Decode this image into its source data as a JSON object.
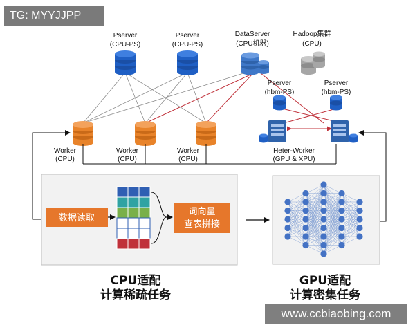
{
  "watermark_top": "TG: MYYJJPP",
  "watermark_bottom": "www.ccbiaobing.com",
  "nodes": {
    "pserver1": {
      "title": "Pserver",
      "sub": "(CPU-PS)"
    },
    "pserver2": {
      "title": "Pserver",
      "sub": "(CPU-PS)"
    },
    "dataserver": {
      "title": "DataServer",
      "sub": "(CPU机器)"
    },
    "hadoop": {
      "title": "Hadoop集群",
      "sub": "(CPU)"
    },
    "hbm1": {
      "title": "Pserver",
      "sub": "(hbm-PS)"
    },
    "hbm2": {
      "title": "Pserver",
      "sub": "(hbm-PS)"
    },
    "worker1": {
      "title": "Worker",
      "sub": "(CPU)"
    },
    "worker2": {
      "title": "Worker",
      "sub": "(CPU)"
    },
    "worker3": {
      "title": "Worker",
      "sub": "(CPU)"
    },
    "heter": {
      "title": "Heter-Worker",
      "sub": "(GPU & XPU)"
    }
  },
  "cpu_panel": {
    "read_label": "数据读取",
    "lookup_line1": "词向量",
    "lookup_line2": "查表拼接",
    "caption_line1": "CPU适配",
    "caption_line2": "计算稀疏任务"
  },
  "gpu_panel": {
    "caption_line1": "GPU适配",
    "caption_line2": "计算密集任务"
  },
  "colors": {
    "cpu_ps_blue": "#1f5fc4",
    "dataserver_blue": "#3f78c8",
    "hadoop_gray": "#a6a6a6",
    "worker_orange": "#e8832a",
    "box_orange": "#e6772b",
    "edge_red": "#c0313a",
    "edge_gray": "#8c8c8c",
    "neuron_blue": "#4472c4"
  }
}
